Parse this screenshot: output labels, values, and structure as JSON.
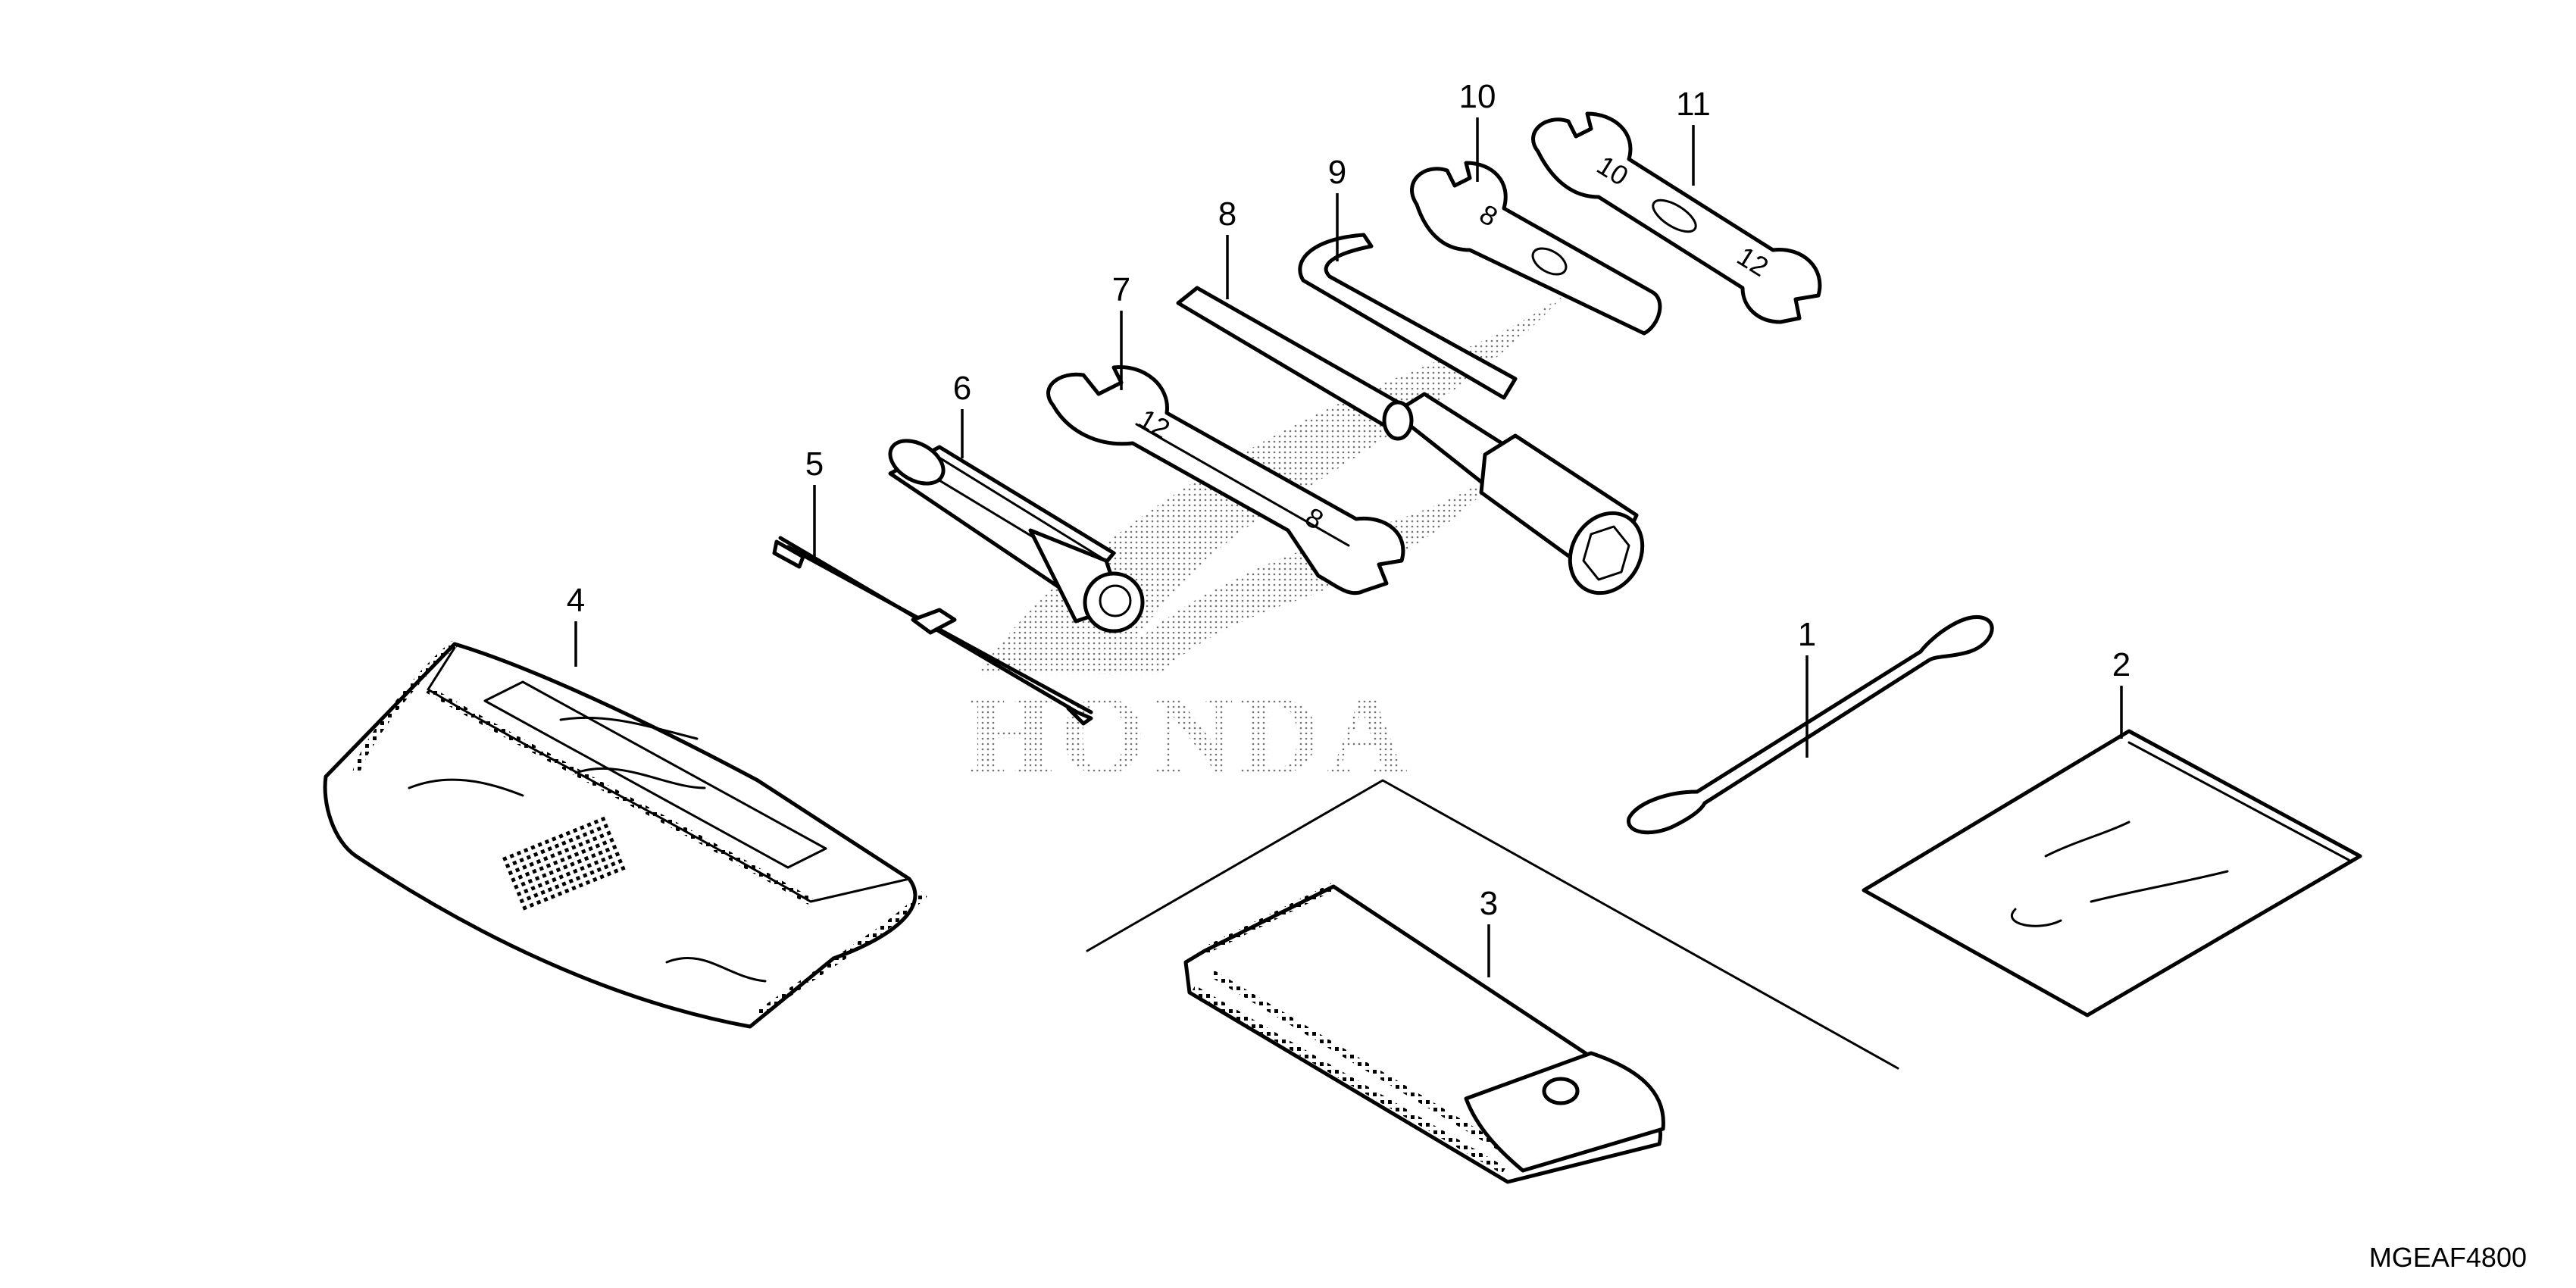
{
  "callouts": {
    "c1": "1",
    "c2": "2",
    "c3": "3",
    "c4": "4",
    "c5": "5",
    "c6": "6",
    "c7": "7",
    "c8": "8",
    "c9": "9",
    "c10": "10",
    "c11": "11"
  },
  "watermark": "HONDA",
  "diagram_code": "MGEAF4800",
  "wrench_size_marks": {
    "w7_a": "12",
    "w7_b": "8",
    "w10": "8",
    "w11_a": "10",
    "w11_b": "12"
  }
}
